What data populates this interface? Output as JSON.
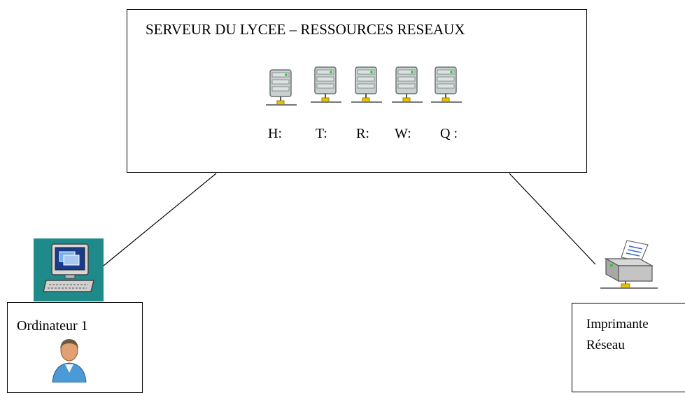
{
  "server": {
    "title": "SERVEUR DU LYCEE – RESSOURCES RESEAUX",
    "drives": [
      {
        "label": "H:",
        "icon": "server-icon"
      },
      {
        "label": "T:",
        "icon": "server-icon"
      },
      {
        "label": "R:",
        "icon": "server-icon"
      },
      {
        "label": "W:",
        "icon": "server-icon"
      },
      {
        "label": "Q :",
        "icon": "server-icon"
      }
    ]
  },
  "computer": {
    "label": "Ordinateur 1",
    "icon": "computer-icon",
    "user_icon": "user-icon"
  },
  "printer": {
    "label_line1": "Imprimante",
    "label_line2": "Réseau",
    "icon": "network-printer-icon"
  },
  "colors": {
    "computer_bg": "#1f8a8a",
    "server_body": "#c8d0d0",
    "led_green": "#22cc22",
    "network_yellow": "#e8c400"
  }
}
